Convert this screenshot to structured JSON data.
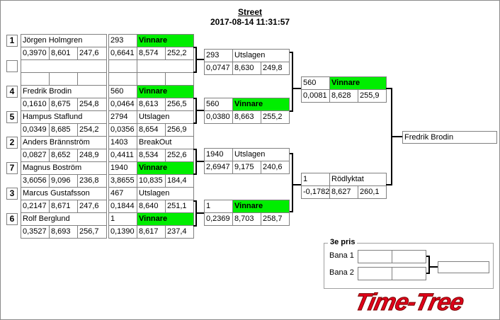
{
  "header": {
    "title": "Street",
    "datetime": "2017-08-14 11:31:57"
  },
  "colors": {
    "winner": "#00ee00",
    "logo": "#e0001a"
  },
  "round1": [
    {
      "seed": "1",
      "name": "Jörgen Holmgren",
      "stats": [
        "0,3970",
        "8,601",
        "247,6"
      ],
      "num": "293",
      "result": "Vinnare",
      "res_stats": [
        "0,6641",
        "8,574",
        "252,2"
      ],
      "win": true
    },
    {
      "seed": "",
      "name": "",
      "stats": [
        "",
        "",
        ""
      ],
      "num": "",
      "result": "",
      "res_stats": [
        "",
        "",
        ""
      ],
      "win": false
    },
    {
      "seed": "4",
      "name": "Fredrik Brodin",
      "stats": [
        "0,1610",
        "8,675",
        "254,8"
      ],
      "num": "560",
      "result": "Vinnare",
      "res_stats": [
        "0,0464",
        "8,613",
        "256,5"
      ],
      "win": true
    },
    {
      "seed": "5",
      "name": "Hampus Staflund",
      "stats": [
        "0,0349",
        "8,685",
        "254,2"
      ],
      "num": "2794",
      "result": "Utslagen",
      "res_stats": [
        "0,0356",
        "8,654",
        "256,9"
      ],
      "win": false
    },
    {
      "seed": "2",
      "name": "Anders Brännström",
      "stats": [
        "0,0827",
        "8,652",
        "248,9"
      ],
      "num": "1403",
      "result": "BreakOut",
      "res_stats": [
        "0,4411",
        "8,534",
        "252,6"
      ],
      "win": false
    },
    {
      "seed": "7",
      "name": "Magnus Boström",
      "stats": [
        "3,6056",
        "9,096",
        "236,8"
      ],
      "num": "1940",
      "result": "Vinnare",
      "res_stats": [
        "3,8655",
        "10,835",
        "184,4"
      ],
      "win": true
    },
    {
      "seed": "3",
      "name": "Marcus Gustafsson",
      "stats": [
        "0,2147",
        "8,671",
        "247,6"
      ],
      "num": "467",
      "result": "Utslagen",
      "res_stats": [
        "0,1844",
        "8,640",
        "251,1"
      ],
      "win": false
    },
    {
      "seed": "6",
      "name": "Rolf Berglund",
      "stats": [
        "0,3527",
        "8,693",
        "256,7"
      ],
      "num": "1",
      "result": "Vinnare",
      "res_stats": [
        "0,1390",
        "8,617",
        "237,4"
      ],
      "win": true
    }
  ],
  "round2": [
    {
      "num": "293",
      "result": "Utslagen",
      "stats": [
        "0,0747",
        "8,630",
        "249,8"
      ],
      "win": false
    },
    {
      "num": "560",
      "result": "Vinnare",
      "stats": [
        "0,0380",
        "8,663",
        "255,2"
      ],
      "win": true
    },
    {
      "num": "1940",
      "result": "Utslagen",
      "stats": [
        "2,6947",
        "9,175",
        "240,6"
      ],
      "win": false
    },
    {
      "num": "1",
      "result": "Vinnare",
      "stats": [
        "0,2369",
        "8,703",
        "258,7"
      ],
      "win": true
    }
  ],
  "round3": [
    {
      "num": "560",
      "result": "Vinnare",
      "stats": [
        "0,0081",
        "8,628",
        "255,9"
      ],
      "win": true
    },
    {
      "num": "1",
      "result": "Rödlyktat",
      "stats": [
        "-0,1782",
        "8,627",
        "260,1"
      ],
      "win": false
    }
  ],
  "final": {
    "winner": "Fredrik Brodin"
  },
  "third_place": {
    "title": "3e pris",
    "lane1": "Bana 1",
    "lane2": "Bana 2"
  },
  "logo": "Time-Tree"
}
